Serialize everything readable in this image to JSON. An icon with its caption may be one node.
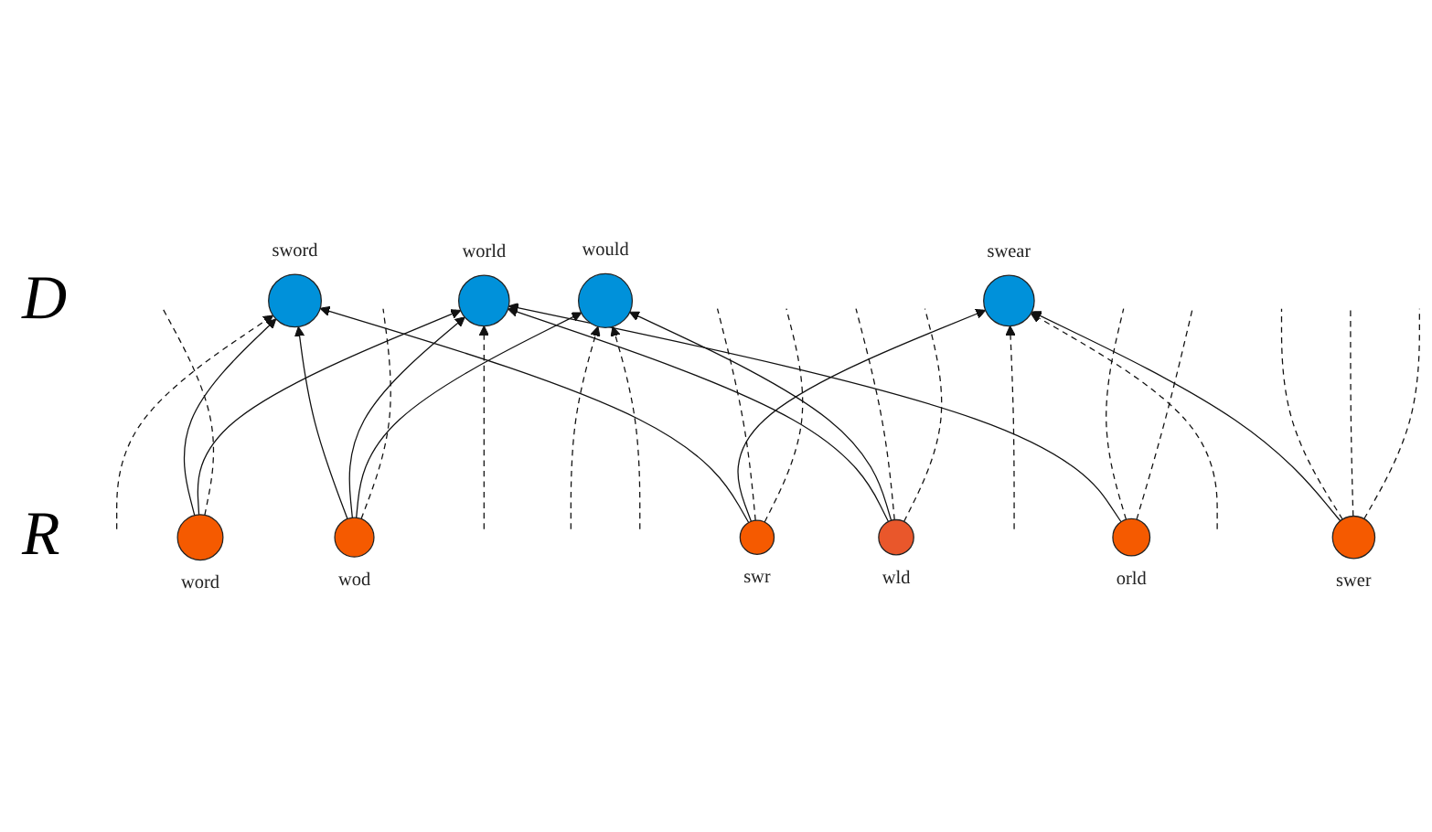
{
  "diagram": {
    "nodes": [
      {
        "text": [],
        "shape": "circle",
        "beside": [
          "sword"
        ]
      },
      {
        "text": [],
        "shape": "circle",
        "beside": [
          "swear"
        ]
      },
      {
        "text": [],
        "shape": "circle",
        "beside": [
          "world"
        ]
      },
      {
        "text": [],
        "shape": "circle",
        "beside": [
          "would"
        ]
      },
      {
        "text": [],
        "shape": "circle",
        "beside": [
          "word"
        ]
      },
      {
        "text": [],
        "shape": "circle",
        "beside": [
          "wod"
        ]
      },
      {
        "text": [],
        "shape": "circle",
        "beside": [
          "swr"
        ]
      },
      {
        "text": [],
        "shape": "circle",
        "beside": [
          "wld"
        ]
      },
      {
        "text": [],
        "shape": "circle",
        "beside": [
          "orld"
        ]
      },
      {
        "text": [],
        "shape": "circle",
        "beside": [
          "swer"
        ]
      }
    ],
    "edges": [
      {
        "from": 4,
        "to": 0,
        "arrow": "to"
      },
      {
        "from": 4,
        "to": 2,
        "arrow": "to"
      },
      {
        "from": 5,
        "to": 0,
        "arrow": "to"
      },
      {
        "from": 5,
        "to": 2,
        "arrow": "to"
      },
      {
        "from": 5,
        "to": 3,
        "arrow": "to"
      },
      {
        "from": 6,
        "to": 0,
        "arrow": "to"
      },
      {
        "from": 6,
        "to": 1,
        "arrow": "to"
      },
      {
        "from": 7,
        "to": 2,
        "arrow": "to"
      },
      {
        "from": 7,
        "to": 3,
        "arrow": "to"
      },
      {
        "from": 8,
        "to": 2,
        "arrow": "to"
      },
      {
        "from": 9,
        "to": 1,
        "arrow": "to"
      },
      {
        "from": null,
        "to": 0,
        "arrow": "to",
        "style": "dashed"
      },
      {
        "from": null,
        "to": 1,
        "arrow": "to",
        "style": "dashed"
      },
      {
        "from": null,
        "to": 1,
        "arrow": "to",
        "style": "dashed"
      },
      {
        "from": null,
        "to": 2,
        "arrow": "to",
        "style": "dashed"
      },
      {
        "from": null,
        "to": 3,
        "arrow": "to",
        "style": "dashed"
      },
      {
        "from": null,
        "to": 3,
        "arrow": "to",
        "style": "dashed"
      },
      {
        "from": 4,
        "to": null,
        "arrow": "none",
        "style": "dashed"
      },
      {
        "from": 5,
        "to": null,
        "arrow": "none",
        "style": "dashed"
      },
      {
        "from": 6,
        "to": null,
        "arrow": "none",
        "style": "dashed"
      },
      {
        "from": 6,
        "to": null,
        "arrow": "none",
        "style": "dashed"
      },
      {
        "from": 7,
        "to": null,
        "arrow": "none",
        "style": "dashed"
      },
      {
        "from": 7,
        "to": null,
        "arrow": "none",
        "style": "dashed"
      },
      {
        "from": 8,
        "to": null,
        "arrow": "none",
        "style": "dashed"
      },
      {
        "from": 8,
        "to": null,
        "arrow": "none",
        "style": "dashed"
      },
      {
        "from": 9,
        "to": null,
        "arrow": "none",
        "style": "dashed"
      },
      {
        "from": 9,
        "to": null,
        "arrow": "none",
        "style": "dashed"
      },
      {
        "from": 9,
        "to": null,
        "arrow": "none",
        "style": "dashed"
      }
    ],
    "labels": [
      "D",
      "R"
    ]
  }
}
